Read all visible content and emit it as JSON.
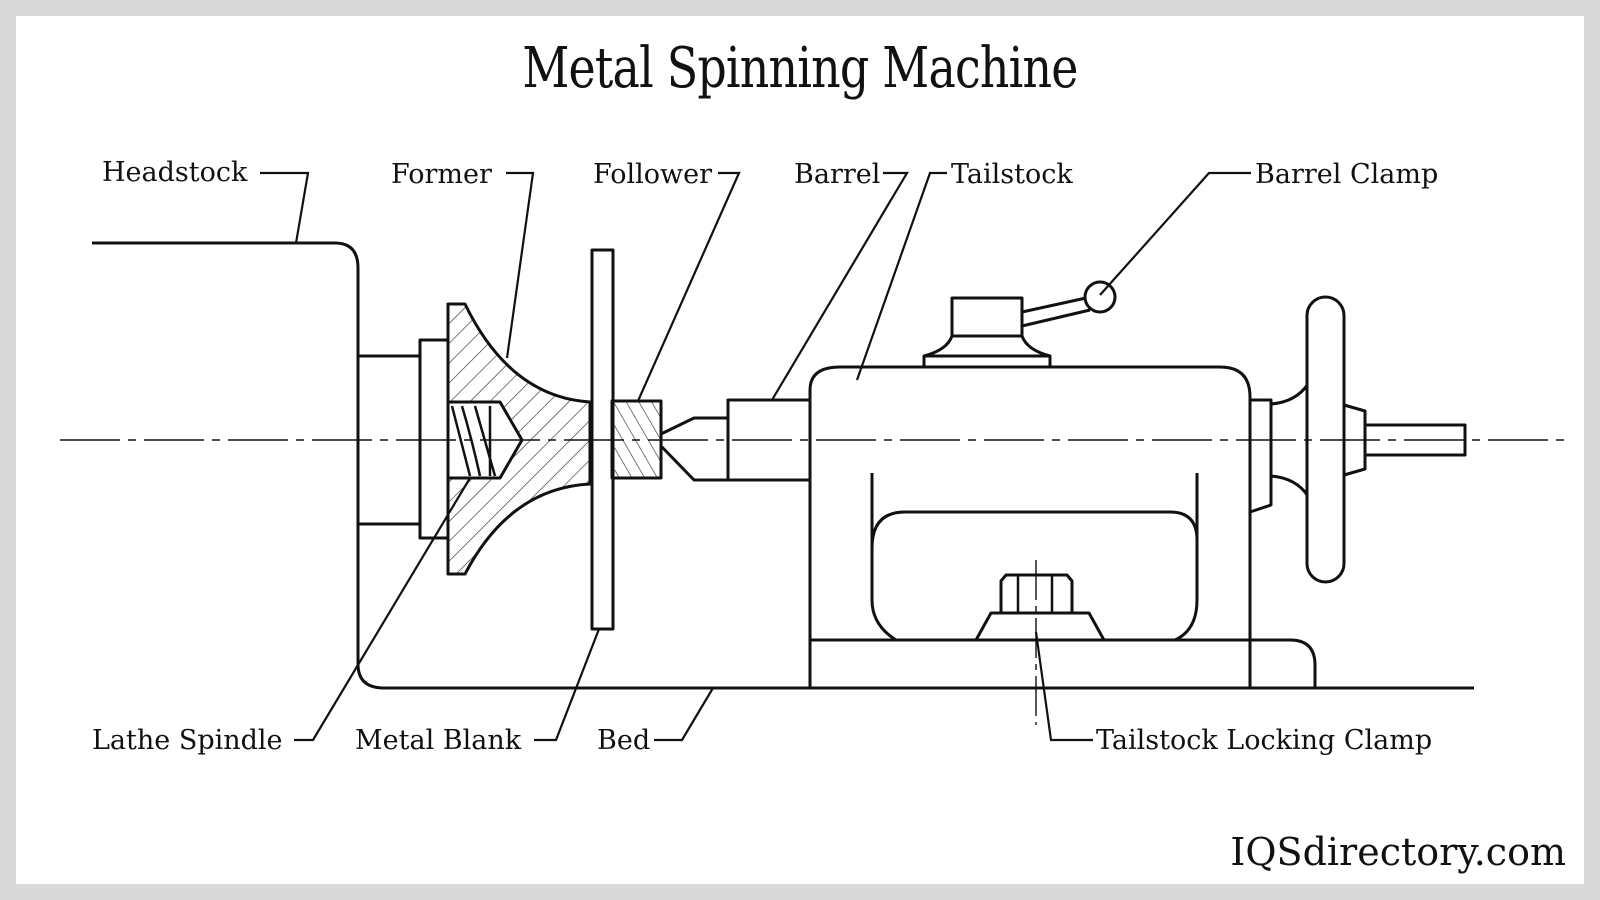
{
  "title": "Metal Spinning Machine",
  "labels": {
    "headstock": "Headstock",
    "former": "Former",
    "follower": "Follower",
    "barrel": "Barrel",
    "tailstock": "Tailstock",
    "barrel_clamp": "Barrel Clamp",
    "lathe_spindle": "Lathe Spindle",
    "metal_blank": "Metal Blank",
    "bed": "Bed",
    "tailstock_locking_clamp": "Tailstock Locking Clamp"
  },
  "watermark": "IQSdirectory.com",
  "colors": {
    "line": "#111111",
    "background": "#ffffff",
    "frame": "#d9d9d9"
  }
}
